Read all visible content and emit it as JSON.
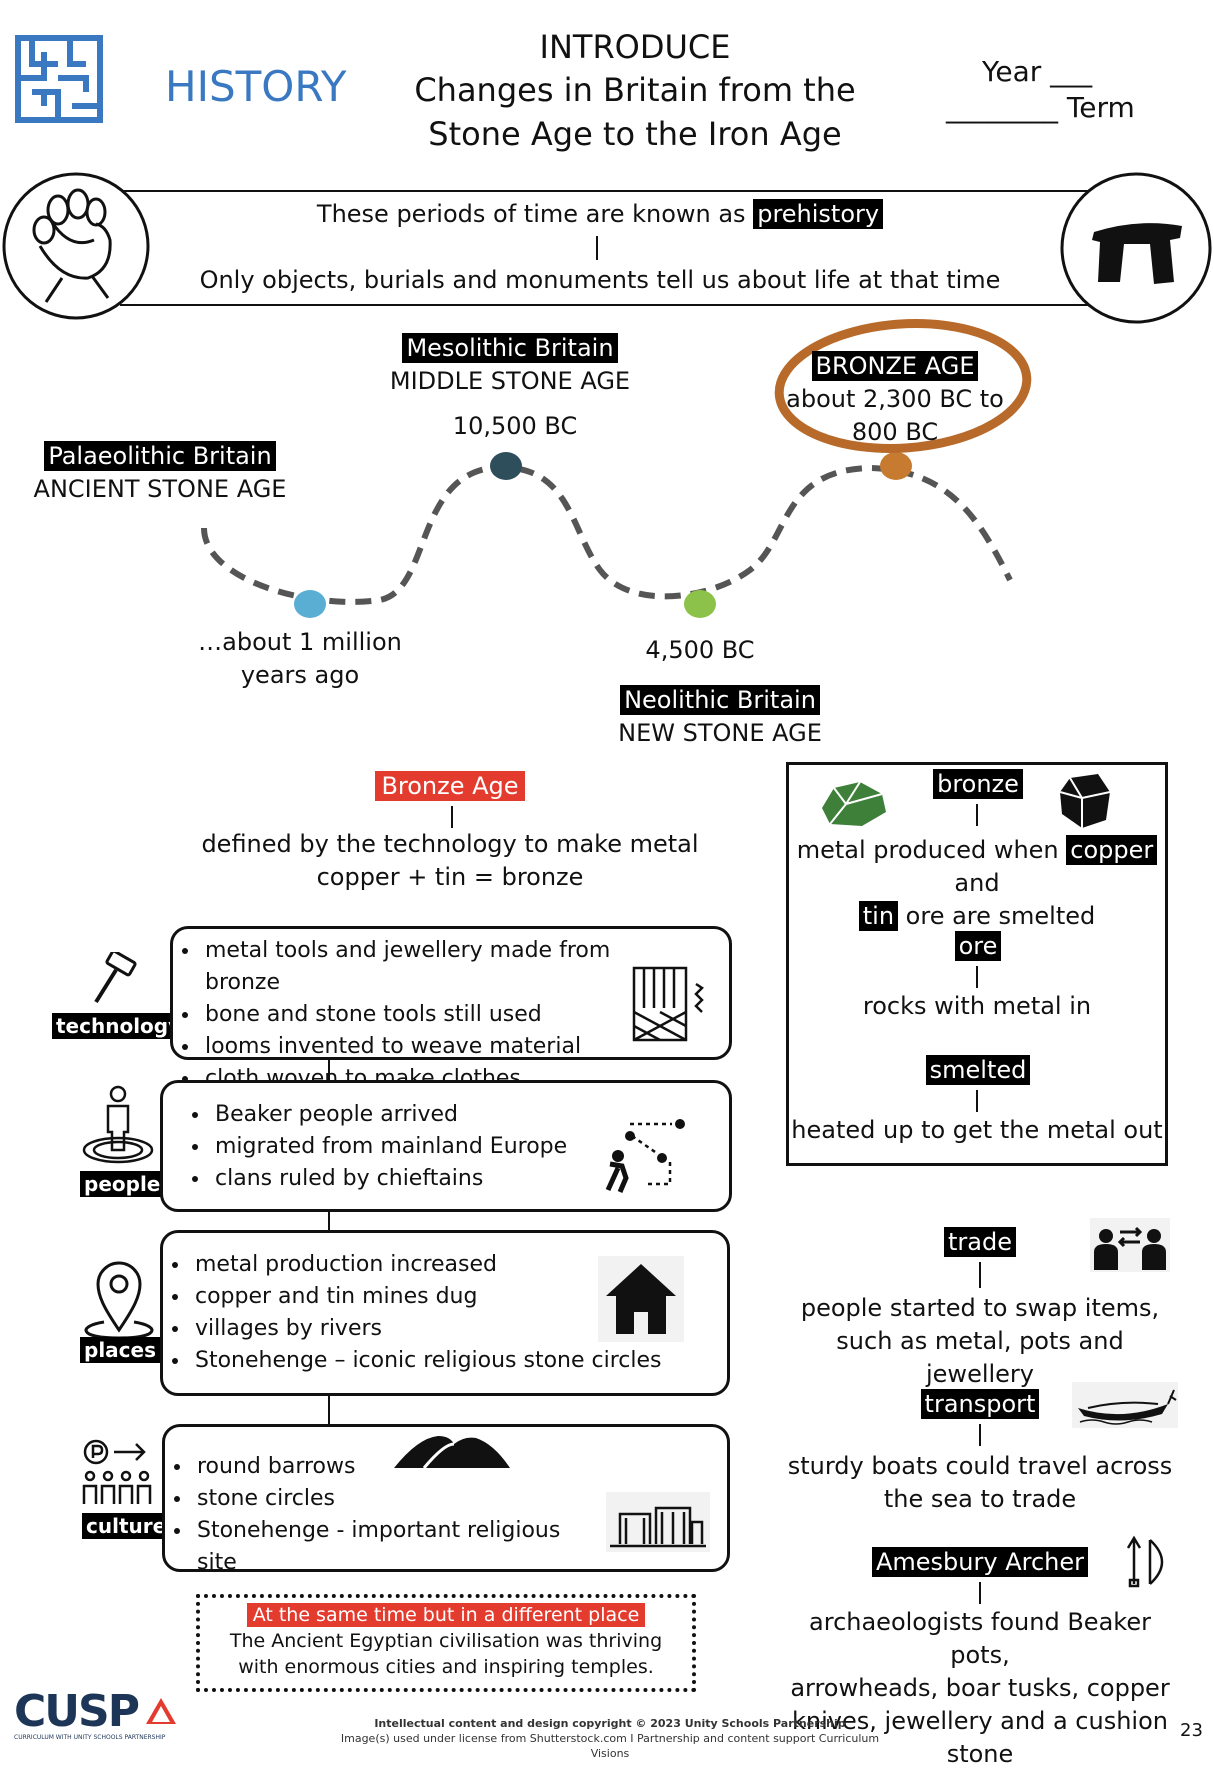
{
  "header": {
    "subject": "HISTORY",
    "stage": "INTRODUCE",
    "title_line1": "Changes in Britain from the",
    "title_line2": "Stone Age to the Iron Age",
    "year_label": "Year ___",
    "term_label": "________ Term"
  },
  "banner": {
    "text_before": "These periods of time are known as",
    "highlight": "prehistory",
    "sub_text": "Only objects, burials and monuments tell us about life at that time"
  },
  "timeline": {
    "palaeolithic": {
      "name": "Palaeolithic Britain",
      "desc": "ANCIENT STONE AGE",
      "date_line1": "…about 1 million",
      "date_line2": "years ago"
    },
    "mesolithic": {
      "name": "Mesolithic Britain",
      "desc": "MIDDLE STONE AGE",
      "date": "10,500 BC"
    },
    "neolithic": {
      "name": "Neolithic Britain",
      "desc": "NEW STONE AGE",
      "date": "4,500 BC"
    },
    "bronze": {
      "name": "BRONZE AGE",
      "date_line1": "about 2,300 BC to",
      "date_line2": "800 BC"
    },
    "colors": {
      "palaeolithic": "#5aaed3",
      "mesolithic": "#2e4e5c",
      "neolithic": "#8dc24a",
      "bronze": "#c77b30"
    }
  },
  "bronze_age": {
    "title": "Bronze Age",
    "line1": "defined by the technology to make metal",
    "line2": "copper + tin = bronze"
  },
  "categories": {
    "technology": {
      "label": "technology",
      "items": [
        "metal tools and jewellery made from bronze",
        "bone and stone tools still used",
        "looms invented to weave material",
        "cloth woven to make clothes"
      ]
    },
    "people": {
      "label": "people",
      "items": [
        "Beaker people arrived",
        "migrated from mainland Europe",
        "clans ruled by chieftains"
      ]
    },
    "places": {
      "label": "places",
      "items": [
        "metal production increased",
        "copper and tin mines dug",
        "villages by rivers",
        "Stonehenge – iconic religious stone circles"
      ]
    },
    "culture": {
      "label": "culture",
      "items": [
        "round barrows",
        "stone circles",
        "Stonehenge - important religious site"
      ]
    }
  },
  "glossary": {
    "bronze_term": "bronze",
    "bronze_def_a": "metal produced when",
    "copper": "copper",
    "and": "and",
    "tin": "tin",
    "bronze_def_b": "ore are smelted",
    "ore_term": "ore",
    "ore_def": "rocks with metal in",
    "smelted_term": "smelted",
    "smelted_def": "heated up to get the metal out"
  },
  "side": {
    "trade_term": "trade",
    "trade_def1": "people started to swap items,",
    "trade_def2": "such as metal, pots and jewellery",
    "transport_term": "transport",
    "transport_def1": "sturdy boats could travel across",
    "transport_def2": "the sea to trade",
    "archer_term": "Amesbury Archer",
    "archer_def1": "archaeologists found Beaker pots,",
    "archer_def2": "arrowheads, boar tusks, copper",
    "archer_def3": "knives, jewellery and a cushion",
    "archer_def4": "stone"
  },
  "elsewhere": {
    "title": "At the same time but in a different place",
    "line1": "The Ancient Egyptian civilisation was thriving",
    "line2": "with enormous cities and inspiring temples."
  },
  "footer": {
    "logo": "CUSP",
    "logo_sub": "CURRICULUM WITH UNITY SCHOOLS PARTNERSHIP",
    "copyright": "Intellectual content and design copyright © 2023 Unity Schools Partnership",
    "license": "Image(s) used under license from Shutterstock.com  I Partnership and content support Curriculum Visions",
    "page_number": "23"
  },
  "colors": {
    "brand_blue": "#3a78c2",
    "accent_red": "#e33b2e",
    "ring_brown": "#b86a2a"
  }
}
